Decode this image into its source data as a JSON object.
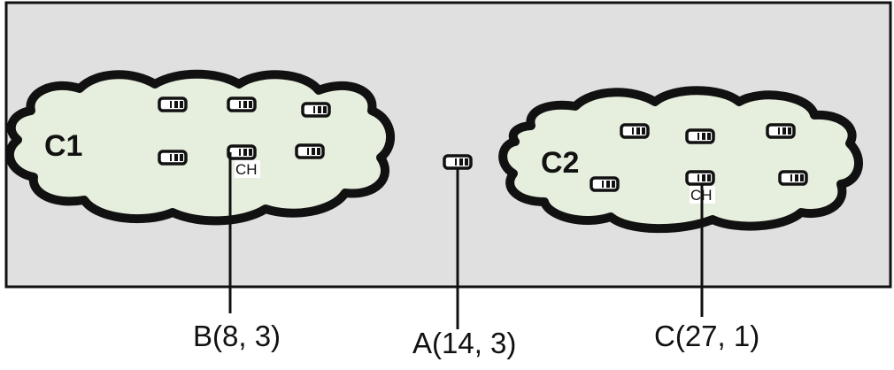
{
  "clusters": [
    {
      "label": "C1",
      "head_label": "CH"
    },
    {
      "label": "C2",
      "head_label": "CH"
    }
  ],
  "points": [
    {
      "label": "B(8, 3)"
    },
    {
      "label": "A(14, 3)"
    },
    {
      "label": "C(27, 1)"
    }
  ],
  "colors": {
    "region_fill": "#e0e0e0",
    "cloud_fill": "#e6eedd",
    "outline": "#111111"
  }
}
